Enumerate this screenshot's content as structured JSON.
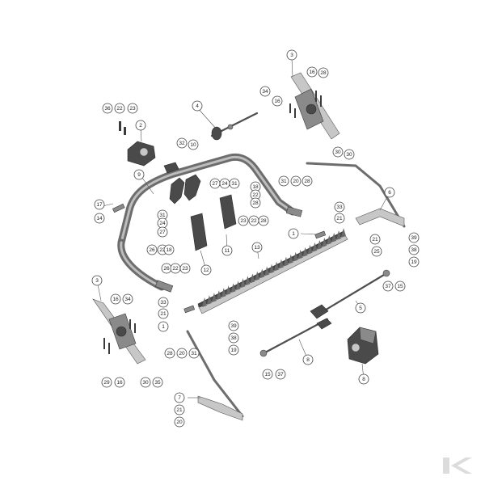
{
  "diagram": {
    "callouts": [
      "1",
      "2",
      "3",
      "4",
      "5",
      "6",
      "7",
      "8",
      "9",
      "10",
      "11",
      "12",
      "13",
      "14",
      "15",
      "16",
      "17",
      "18",
      "19",
      "20",
      "21",
      "22",
      "23",
      "24",
      "25",
      "26",
      "27",
      "28",
      "29",
      "30",
      "31",
      "32",
      "33",
      "34",
      "35",
      "36",
      "37",
      "38",
      "39"
    ]
  },
  "colors": {
    "part_dark": "#4a4a4a",
    "part_light": "#c7c7c7",
    "leader": "#555555",
    "logo": "#dcdcdc"
  },
  "logo": {
    "text": "K",
    "icon": "kramp-logo-icon"
  }
}
